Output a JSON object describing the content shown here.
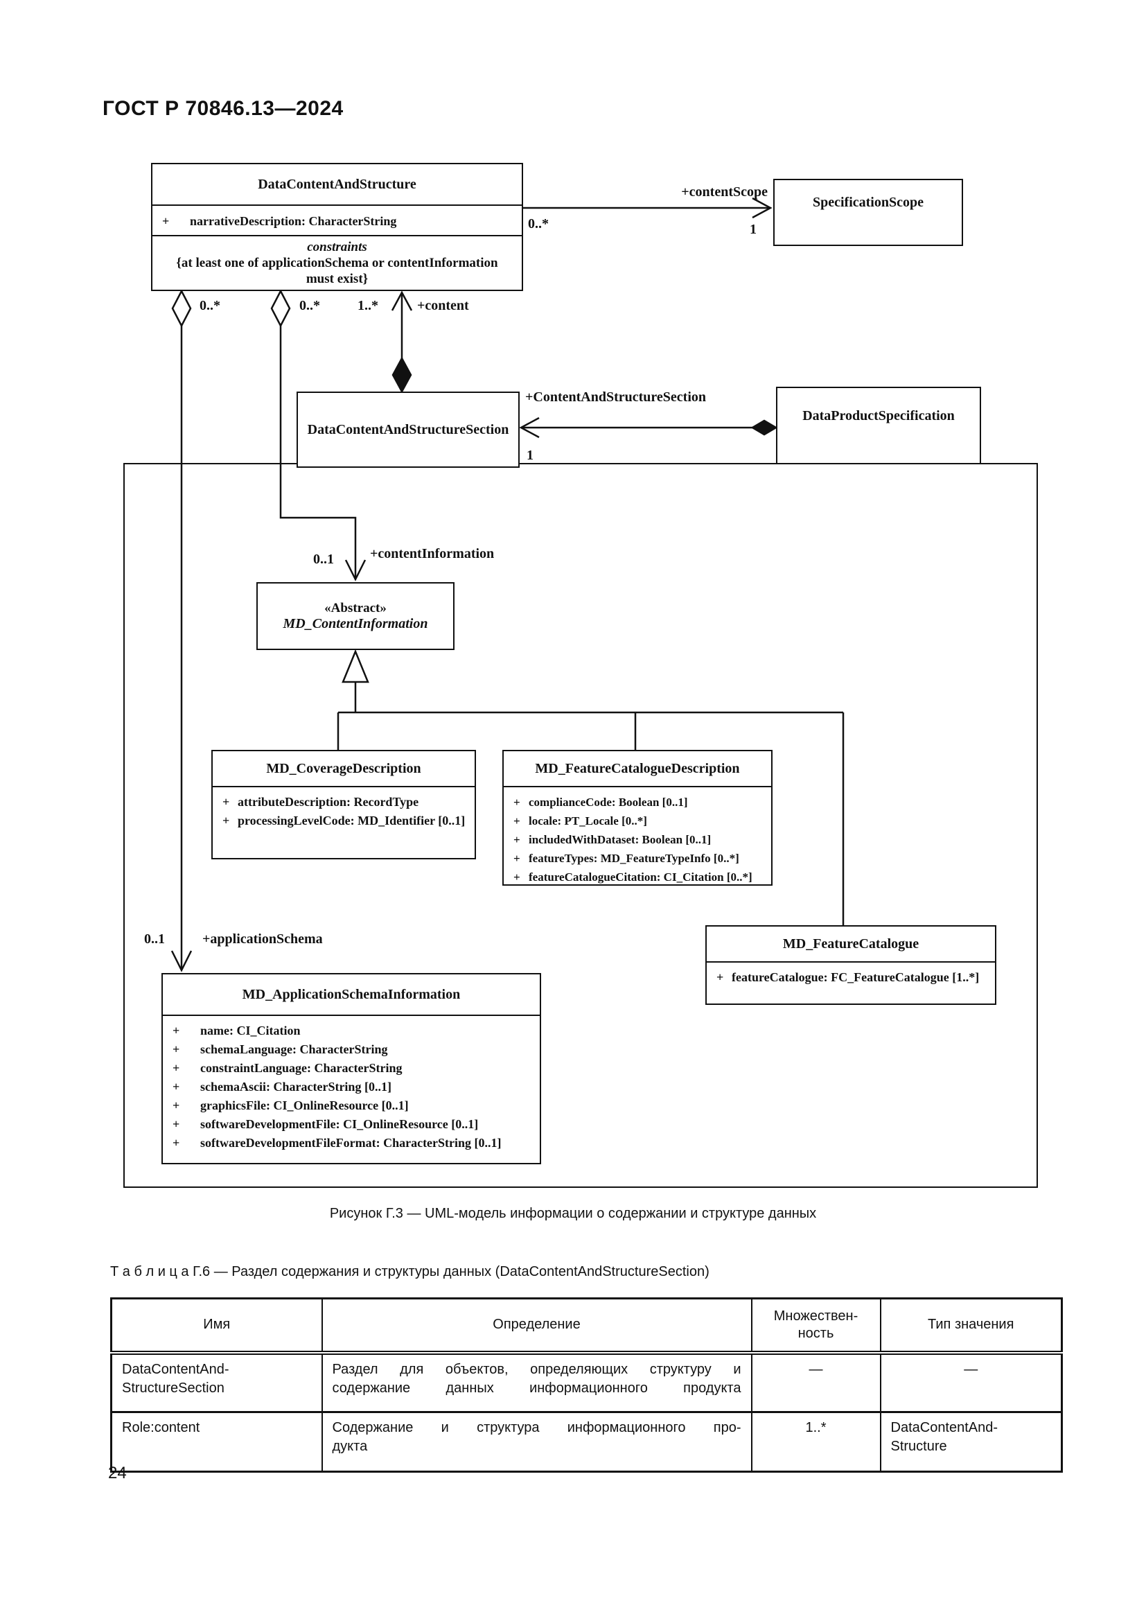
{
  "page": {
    "header": "ГОСТ Р 70846.13—2024",
    "page_number": "24",
    "figure_caption": "Рисунок Г.3 — UML-модель информации о содержании и структуре данных"
  },
  "diagram": {
    "plus": "+",
    "classes": {
      "data_content_and_structure": {
        "title": "DataContentAndStructure",
        "attribute": "narrativeDescription: CharacterString",
        "constraints_heading": "constraints",
        "constraint_text": "{at least one of applicationSchema or contentInformation\nmust exist}"
      },
      "specification_scope": {
        "title": "SpecificationScope"
      },
      "data_content_and_structure_section": {
        "title": "DataContentAndStructureSection"
      },
      "data_product_specification": {
        "title": "DataProductSpecification"
      },
      "md_content_information": {
        "stereotype": "«Abstract»",
        "title": "MD_ContentInformation"
      },
      "md_coverage_description": {
        "title": "MD_CoverageDescription",
        "attributes": [
          "attributeDescription: RecordType",
          "processingLevelCode: MD_Identifier [0..1]"
        ]
      },
      "md_feature_catalogue_description": {
        "title": "MD_FeatureCatalogueDescription",
        "attributes": [
          "complianceCode: Boolean [0..1]",
          "locale: PT_Locale [0..*]",
          "includedWithDataset: Boolean [0..1]",
          "featureTypes: MD_FeatureTypeInfo [0..*]",
          "featureCatalogueCitation: CI_Citation [0..*]"
        ]
      },
      "md_feature_catalogue": {
        "title": "MD_FeatureCatalogue",
        "attributes": [
          "featureCatalogue: FC_FeatureCatalogue [1..*]"
        ]
      },
      "md_application_schema_information": {
        "title": "MD_ApplicationSchemaInformation",
        "attributes": [
          "name: CI_Citation",
          "schemaLanguage: CharacterString",
          "constraintLanguage: CharacterString",
          "schemaAscii: CharacterString [0..1]",
          "graphicsFile: CI_OnlineResource [0..1]",
          "softwareDevelopmentFile: CI_OnlineResource [0..1]",
          "softwareDevelopmentFileFormat: CharacterString [0..1]"
        ]
      }
    },
    "edge_labels": {
      "content_scope_role": "+contentScope",
      "content_scope_source_mult": "0..*",
      "content_scope_target_mult": "1",
      "application_schema_agg_mult": "0..*",
      "content_information_agg_mult": "0..*",
      "content_mult": "1..*",
      "content_role": "+content",
      "section_role": "+ContentAndStructureSection",
      "section_target_mult": "1",
      "content_information_mult": "0..1",
      "content_information_role": "+contentInformation",
      "application_schema_mult": "0..1",
      "application_schema_role": "+applicationSchema"
    }
  },
  "table": {
    "caption": "Т а б л и ц а   Г.6 — Раздел содержания и структуры данных (DataContentAndStructureSection)",
    "headers": [
      "Имя",
      "Определение",
      "Множествен-\nность",
      "Тип значения"
    ],
    "rows": [
      {
        "name": "DataContentAnd-\nStructureSection",
        "definition": "Раздел для объектов, определяющих структуру и\nсодержание данных информационного продукта",
        "multiplicity": "—",
        "value_type": "—"
      },
      {
        "name": "Role:content",
        "definition": "Содержание и структура информационного про-\nдукта",
        "multiplicity": "1..*",
        "value_type": "DataContentAnd-\nStructure"
      }
    ]
  }
}
